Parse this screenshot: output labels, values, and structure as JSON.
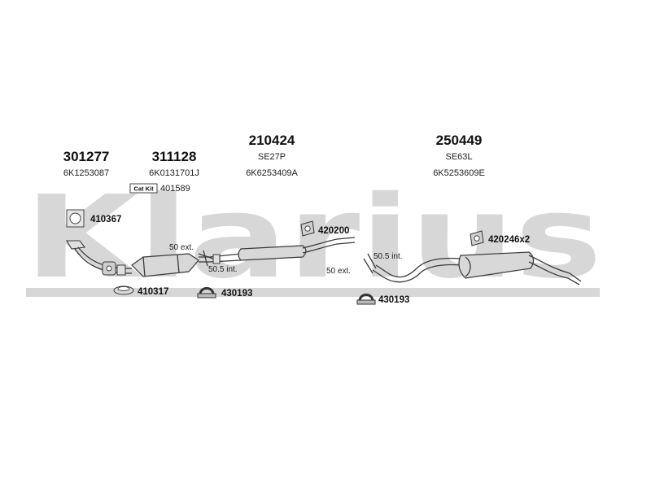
{
  "brand_watermark": "Klarius",
  "parts": [
    {
      "number": "301277",
      "reference": "6K1253087"
    },
    {
      "number": "311128",
      "reference": "6K0131701J"
    },
    {
      "number": "210424",
      "code": "SE27P",
      "reference": "6K6253409A"
    },
    {
      "number": "250449",
      "code": "SE63L",
      "reference": "6K5253609E"
    }
  ],
  "cat_kit": {
    "badge": "Cat Kit",
    "number": "401589"
  },
  "accessories": {
    "gasket_square": "410367",
    "ring_gasket": "410317",
    "clamp_left": "430193",
    "hanger_mid": "420200",
    "clamp_right": "430193",
    "hanger_rear": "420246x2"
  },
  "notes": {
    "ext_left": "50 ext.",
    "int_left": "50.5 int.",
    "int_right": "50.5 int.",
    "ext_right": "50 ext."
  },
  "colors": {
    "watermark": "#d7d7d7",
    "line": "#3a3a3a",
    "part_fill": "#d8d8d8"
  }
}
